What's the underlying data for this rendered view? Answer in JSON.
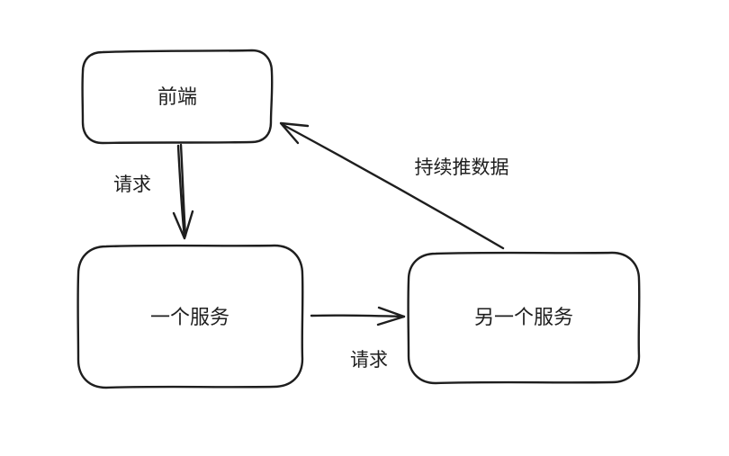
{
  "diagram": {
    "nodes": {
      "frontend": {
        "label": "前端"
      },
      "service": {
        "label": "一个服务"
      },
      "other_service": {
        "label": "另一个服务"
      }
    },
    "edges": {
      "frontend_to_service": {
        "label": "请求"
      },
      "service_to_other": {
        "label": "请求"
      },
      "other_to_frontend": {
        "label": "持续推数据"
      }
    },
    "colors": {
      "stroke": "#1e1e1e",
      "background": "#ffffff"
    }
  }
}
